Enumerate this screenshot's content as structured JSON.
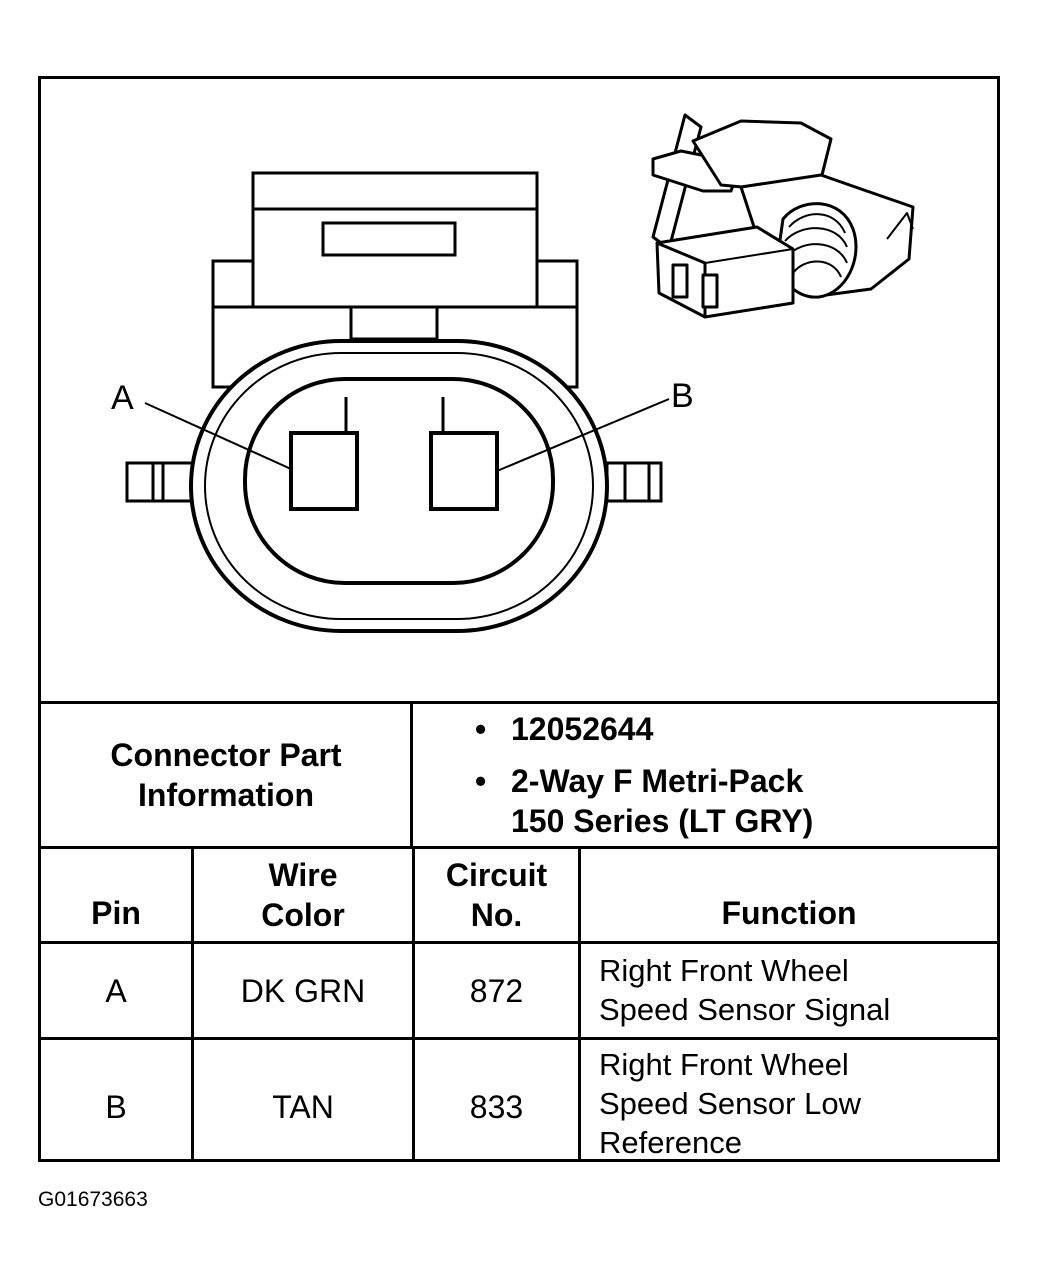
{
  "diagram": {
    "pin_labels": [
      "A",
      "B"
    ]
  },
  "connector_info": {
    "label_line1": "Connector Part",
    "label_line2": "Information",
    "part_number": "12052644",
    "description_line1": "2-Way F Metri-Pack",
    "description_line2": "150 Series (LT GRY)"
  },
  "table": {
    "headers": {
      "pin": "Pin",
      "wire_color_line1": "Wire",
      "wire_color_line2": "Color",
      "circuit_line1": "Circuit",
      "circuit_line2": "No.",
      "function": "Function"
    },
    "rows": [
      {
        "pin": "A",
        "wire_color": "DK GRN",
        "circuit": "872",
        "function_line1": "Right Front Wheel",
        "function_line2": "Speed Sensor Signal",
        "function_line3": ""
      },
      {
        "pin": "B",
        "wire_color": "TAN",
        "circuit": "833",
        "function_line1": "Right Front Wheel",
        "function_line2": "Speed Sensor Low",
        "function_line3": "Reference"
      }
    ]
  },
  "figure_id": "G01673663"
}
